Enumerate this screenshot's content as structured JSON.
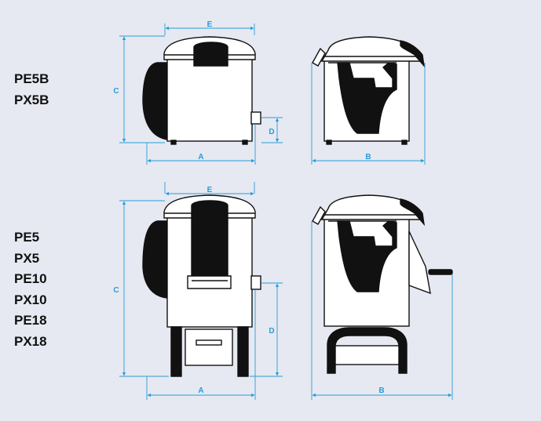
{
  "background_color": "#e6e9f1",
  "dimension_color": "#2a9bd8",
  "groups": [
    {
      "models": [
        "PE5B",
        "PX5B"
      ],
      "dims": {
        "a": "A",
        "b": "B",
        "c": "C",
        "d": "D",
        "e": "E"
      }
    },
    {
      "models": [
        "PE5",
        "PX5",
        "PE10",
        "PX10",
        "PE18",
        "PX18"
      ],
      "dims": {
        "a": "A",
        "b": "B",
        "c": "C",
        "d": "D",
        "e": "E"
      }
    }
  ]
}
